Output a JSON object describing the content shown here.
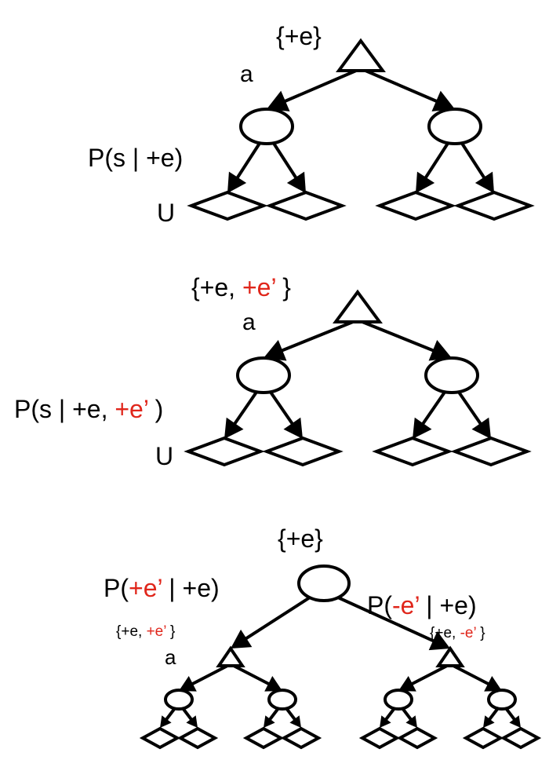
{
  "colors": {
    "ink": "#000000",
    "highlight": "#e0261b",
    "background": "#ffffff"
  },
  "tree1": {
    "evidence": "{+e}",
    "action_label": "a",
    "prob_label": "P(s | +e)",
    "utility_label": "U"
  },
  "tree2": {
    "evidence_prefix": "{+e, ",
    "evidence_new": "+e’",
    "evidence_suffix": " }",
    "action_label": "a",
    "prob_prefix": "P(s | +e, ",
    "prob_new": "+e’",
    "prob_suffix": " )",
    "utility_label": "U"
  },
  "tree3": {
    "evidence": "{+e}",
    "left_prob_prefix": "P(",
    "left_prob_new": "+e’",
    "left_prob_suffix": " | +e)",
    "right_prob_prefix": "P(",
    "right_prob_new": "-e’",
    "right_prob_suffix": " | +e)",
    "left_set_prefix": "{+e, ",
    "left_set_new": "+e’",
    "left_set_suffix": " }",
    "right_set_prefix": "{+e, ",
    "right_set_new": "-e’",
    "right_set_suffix": " }",
    "action_label": "a"
  }
}
